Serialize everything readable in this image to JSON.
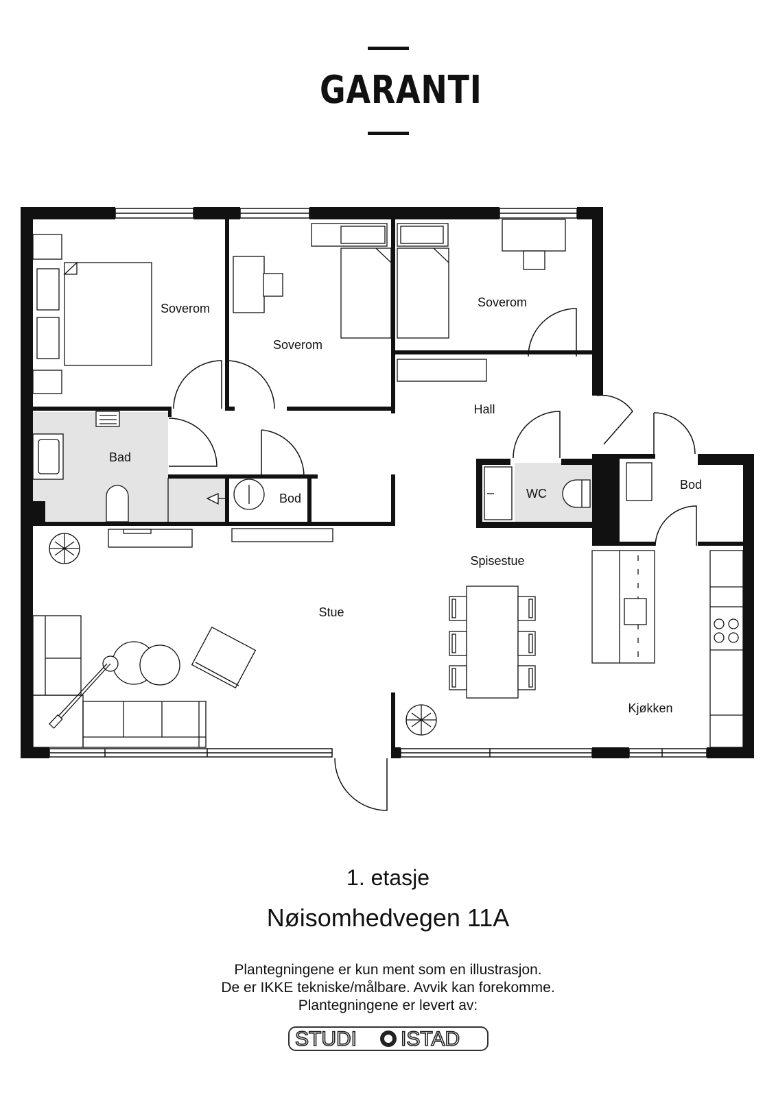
{
  "brand": {
    "name": "GARANTI",
    "reg_mark": "®"
  },
  "rooms": {
    "bedroom_1": "Soverom",
    "bedroom_2": "Soverom",
    "bedroom_3": "Soverom",
    "hall": "Hall",
    "bath": "Bad",
    "storage_1": "Bod",
    "wc": "WC",
    "storage_2": "Bod",
    "dining": "Spisestue",
    "living": "Stue",
    "kitchen": "Kjøkken"
  },
  "caption": {
    "floor": "1. etasje",
    "address": "Nøisomhedvegen 11A",
    "disclaimer_line1": "Plantegningene er kun ment som en illustrasjon.",
    "disclaimer_line2": "De er IKKE tekniske/målbare. Avvik kan forekomme.",
    "disclaimer_line3": "Plantegningene er levert av:"
  },
  "supplier": {
    "left": "STUDI",
    "right": "ISTAD"
  },
  "colors": {
    "wall": "#111111",
    "wet_room": "#e4e4e4",
    "background": "#ffffff"
  }
}
